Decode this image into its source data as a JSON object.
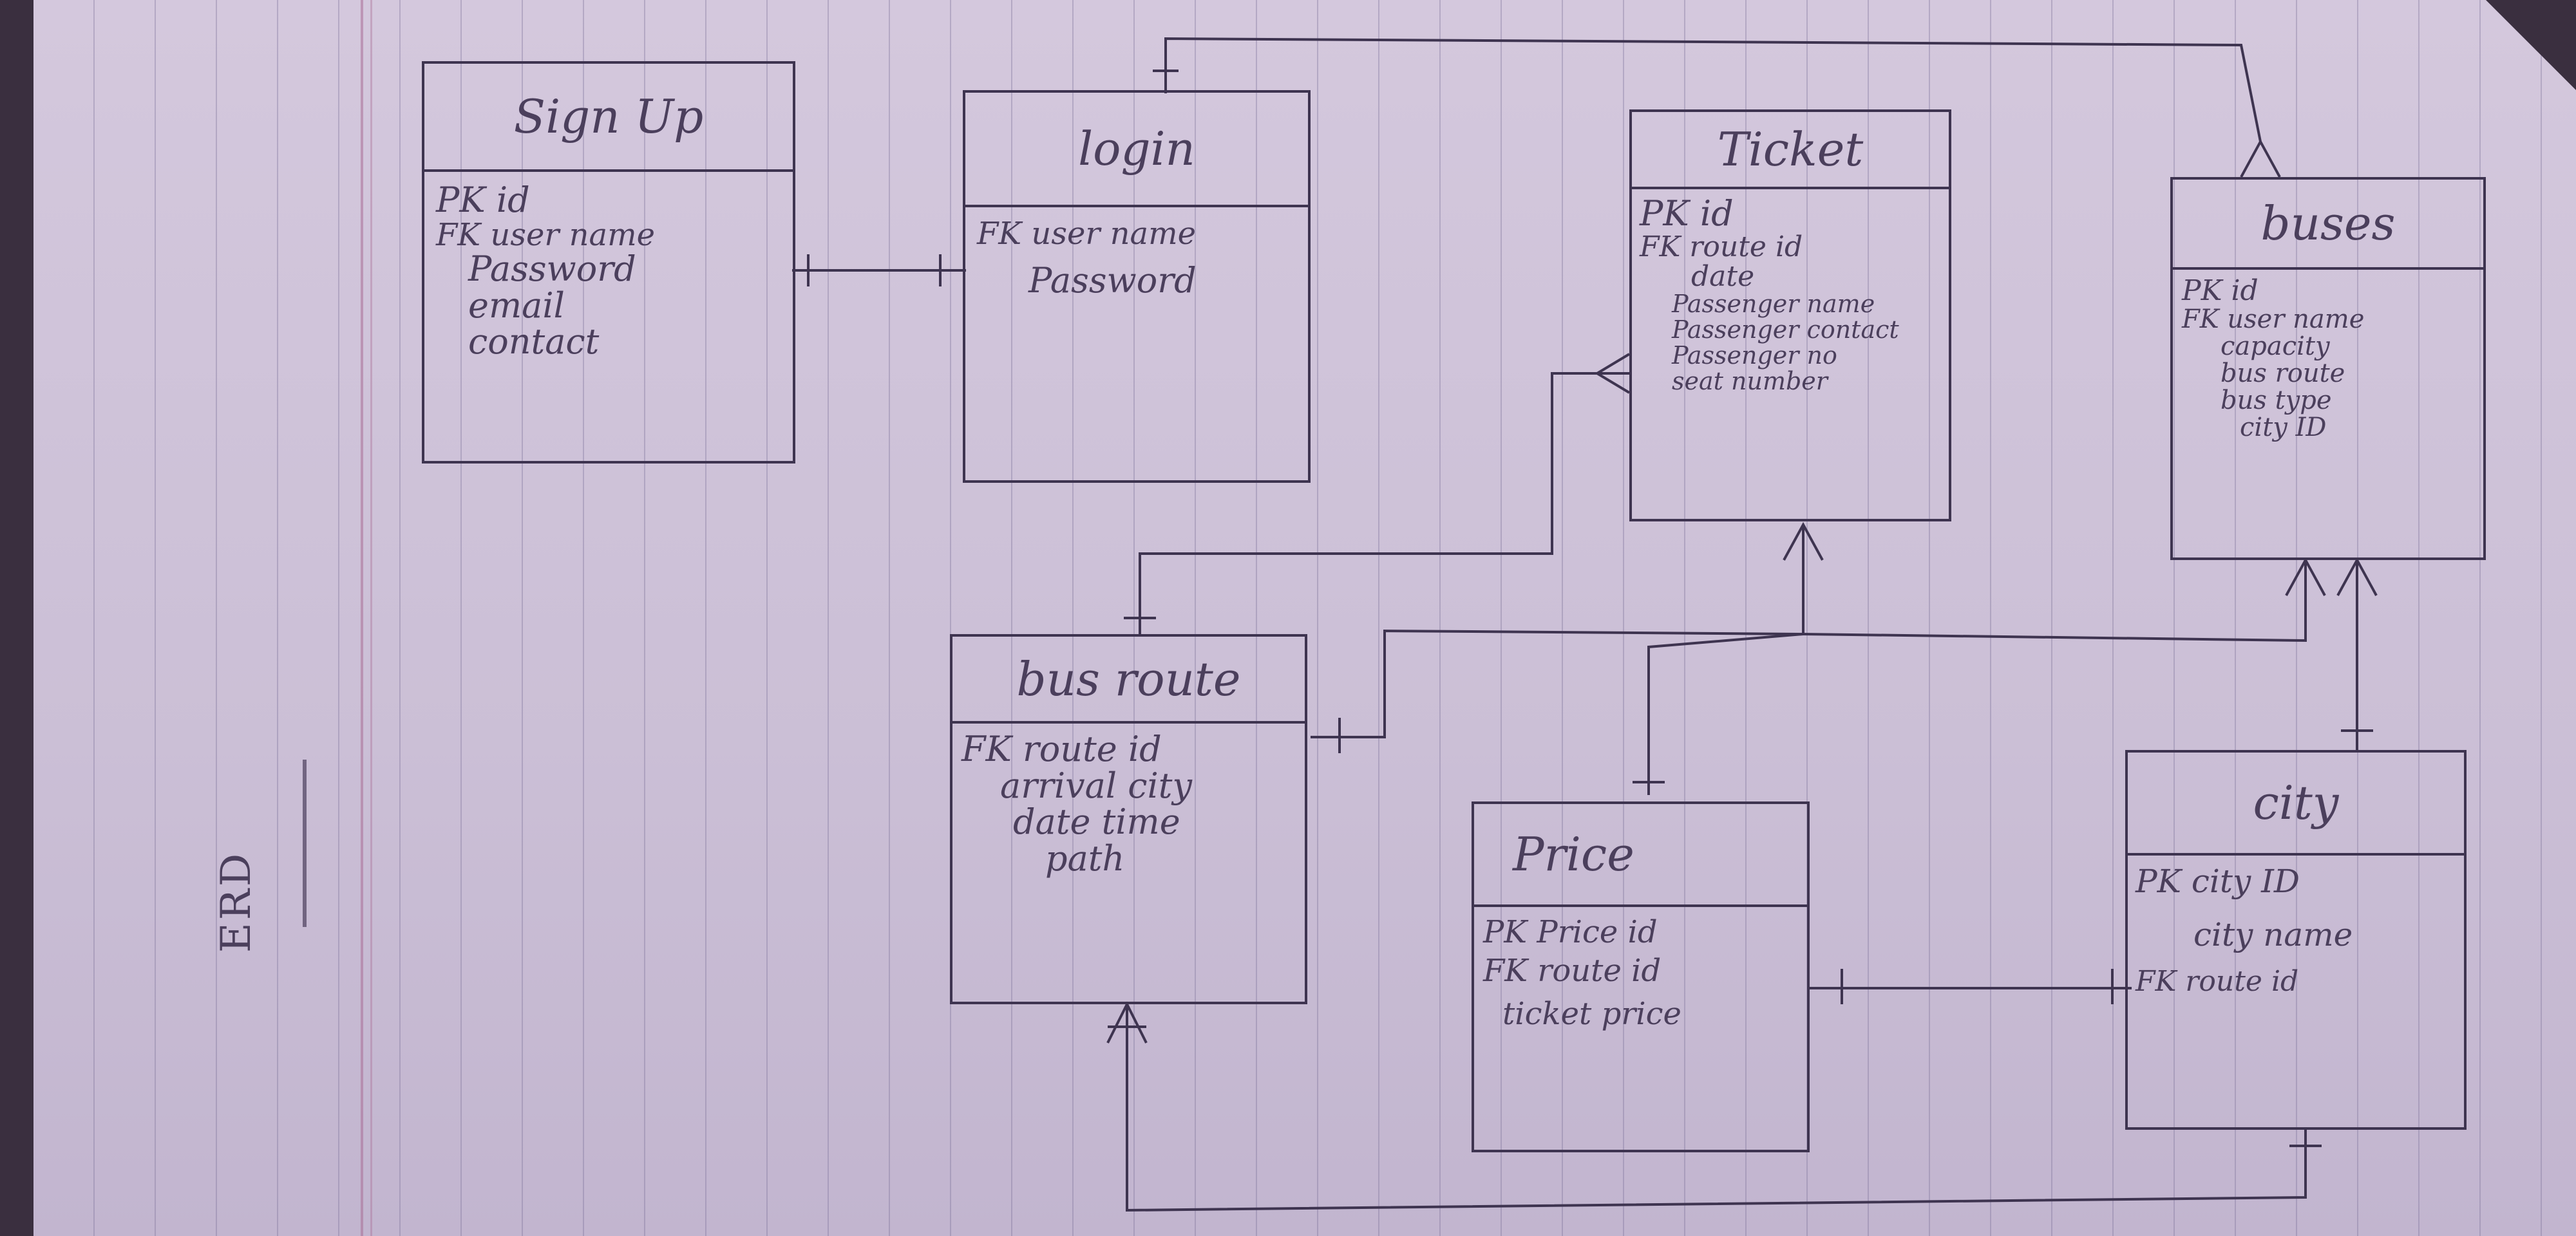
{
  "diagram_label": "ERD",
  "entities": {
    "signup": {
      "title": "Sign Up",
      "attrs": [
        "PK id",
        "FK user name",
        "Password",
        "email",
        "contact"
      ]
    },
    "login": {
      "title": "login",
      "attrs": [
        "FK user name",
        "Password"
      ]
    },
    "ticket": {
      "title": "Ticket",
      "attrs": [
        "PK id",
        "FK route id",
        "date",
        "Passenger name",
        "Passenger contact",
        "Passenger no",
        "seat number"
      ]
    },
    "buses": {
      "title": "buses",
      "attrs": [
        "PK id",
        "FK user name",
        "capacity",
        "bus route",
        "bus type",
        "city ID"
      ]
    },
    "busroute": {
      "title": "bus route",
      "attrs": [
        "FK route id",
        "arrival city",
        "date time",
        "path"
      ]
    },
    "price": {
      "title": "Price",
      "attrs": [
        "PK Price id",
        "FK route id",
        "ticket price"
      ]
    },
    "city": {
      "title": "city",
      "attrs": [
        "PK city ID",
        "city name",
        "FK route id"
      ]
    }
  }
}
